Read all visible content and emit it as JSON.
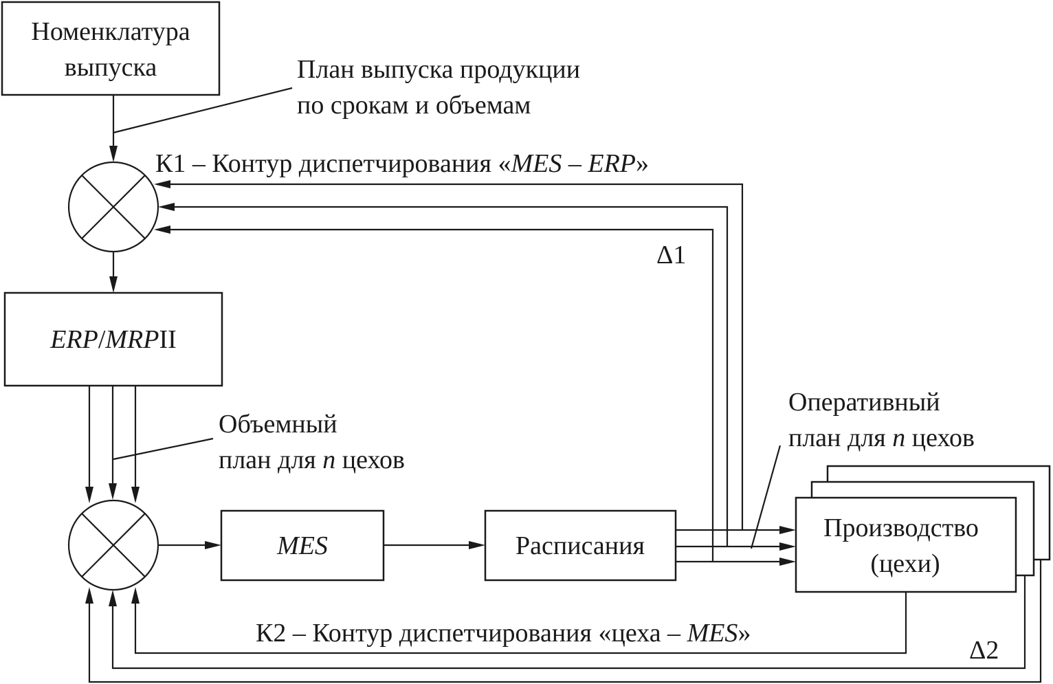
{
  "colors": {
    "stroke": "#1a1a1a",
    "background": "#ffffff"
  },
  "blocks": {
    "nomenclature": {
      "line1": "Номенклатура",
      "line2": "выпуска"
    },
    "erp": {
      "erp": "ERP",
      "slash": "/",
      "mrp": "MRP",
      "suffix": "II"
    },
    "mes": {
      "label": "MES"
    },
    "schedules": {
      "label": "Расписания"
    },
    "production": {
      "line1": "Производство",
      "line2": "(цехи)"
    }
  },
  "labels": {
    "release_plan": {
      "line1": "План выпуска продукции",
      "line2": "по срокам и объемам"
    },
    "k1": {
      "prefix": "К1 – Контур диспетчирования «",
      "mes": "MES",
      "dash": " – ",
      "erp": "ERP",
      "suffix": "»"
    },
    "delta1": "Δ1",
    "volume_plan": {
      "line1": "Объемный",
      "line2_a": "план для ",
      "n": "n",
      "line2_b": " цехов"
    },
    "operative_plan": {
      "line1": "Оперативный",
      "line2_a": "план для ",
      "n": "n",
      "line2_b": " цехов"
    },
    "k2": {
      "prefix": "К2 – Контур диспетчирования «цеха – ",
      "mes": "MES",
      "suffix": "»"
    },
    "delta2": "Δ2"
  },
  "icons": {
    "summing_junction": "circle-x-icon"
  }
}
